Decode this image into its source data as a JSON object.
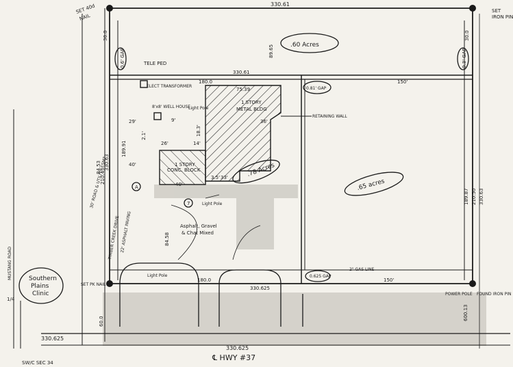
{
  "colors": {
    "ink": "#1a1a1a",
    "paper": "#f4f2ec",
    "pavement": "#cfcdc6",
    "hatch": "#2a2a2a"
  },
  "labels": {
    "top_dim": "330.61",
    "nail_ne_tl": "SET 40d",
    "nail_ne_tl2": "NAIL",
    "iron_tr": "SET",
    "iron_tr2": "IRON PIN",
    "dim_30_left": "30.0",
    "dim_30_right": "30.0",
    "gap_tl": "0.6' GAP",
    "gap_tr": "0.3' GAP",
    "dim_89": "89.65",
    "acres_top": ".60 Acres",
    "tele_ped": "TELE PED",
    "mid_dim": "330.61",
    "transformer": "ELECT TRANSFORMER",
    "dim_180_top": "180.0",
    "dim_150_top": "150'",
    "gap_mid": "0.81' GAP",
    "well_house": "8'x8' WELL HOUSE",
    "bldg_width": "75.39",
    "metal_bldg_1": "1 STORY",
    "metal_bldg_2": "METAL BLDG",
    "light_pole_1": "Light Pole",
    "retaining": "RETAINING WALL",
    "dim_29": "29'",
    "dim_9": "9'",
    "dim_36": "36'",
    "dim_2": "2.1'",
    "dim_26": "26'",
    "dim_14": "14'",
    "dim_18": "18.3'",
    "conc_1": "1 STORY",
    "conc_2": "CONC. BLOCK",
    "dim_40": "40'",
    "dim_3": "3.5'",
    "dim_33": "33'",
    "acres_mid": ".78 Acres",
    "acres_right": ".65 acres",
    "utility": "30' ROAD & UTILITY ESMT",
    "dim_87": "84.53",
    "dim_210": "210.43",
    "dim_330_left": "330.63",
    "dim_189": "189.91",
    "dim_40b": "40'",
    "timber": "TIMBER CREEK DRIVE",
    "paving": "22' ASPHALT PAVING",
    "circle_a": "A",
    "circle_7": "7",
    "light_pole_2": "Light Pole",
    "asphalt_1": "Asphalt, Gravel",
    "asphalt_2": "& Chat Mixed",
    "dim_84": "84.58",
    "right_189": "189.87",
    "right_210": "210.50",
    "right_330": "330.63",
    "mustang": "MUSTANG ROAD",
    "section": "1/4",
    "clinic_1": "Southern",
    "clinic_2": "Plains",
    "clinic_3": "Clinic",
    "pk_nail": "SET PK NAIL",
    "light_pole_3": "Light Pole",
    "dim_180_bot": "180.0",
    "gap_bot": "0.625 GAP",
    "gas_line": "2\" GAS LINE",
    "dim_150_bot": "150'",
    "bot_330_mid": "330.625",
    "found_iron": "FOUND IRON PIN",
    "power_pole": "POWER POLE",
    "dim_600": "600.13",
    "dim_60": "60.0",
    "bot_330_left": "330.625",
    "bot_330_road": "330.625",
    "highway": "℄ HWY #37",
    "sec": "SW/C SEC 34"
  }
}
